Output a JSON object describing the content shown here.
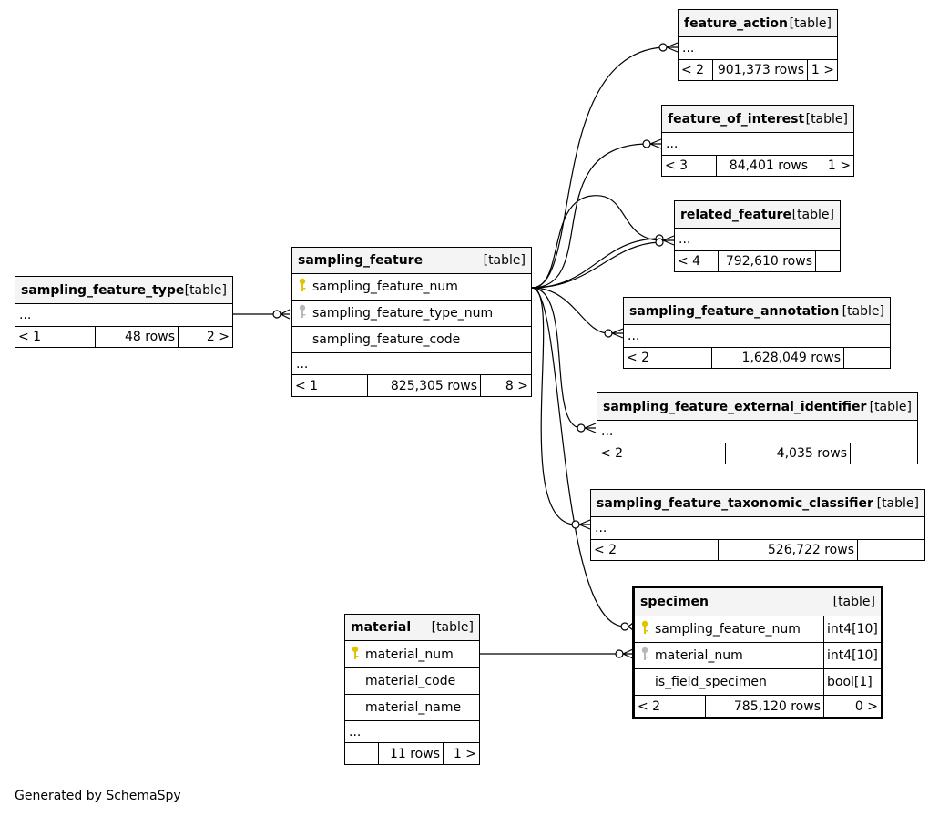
{
  "footer": "Generated by SchemaSpy",
  "tag": "[table]",
  "ellipsis": "...",
  "tables": {
    "feature_action": {
      "name": "feature_action",
      "parents": "< 2",
      "rows": "901,373 rows",
      "children": "1 >"
    },
    "feature_of_interest": {
      "name": "feature_of_interest",
      "parents": "< 3",
      "rows": "84,401 rows",
      "children": "1 >"
    },
    "related_feature": {
      "name": "related_feature",
      "parents": "< 4",
      "rows": "792,610 rows",
      "children": ""
    },
    "sampling_feature_annotation": {
      "name": "sampling_feature_annotation",
      "parents": "< 2",
      "rows": "1,628,049 rows",
      "children": ""
    },
    "sampling_feature_external_identifier": {
      "name": "sampling_feature_external_identifier",
      "parents": "< 2",
      "rows": "4,035 rows",
      "children": ""
    },
    "sampling_feature_taxonomic_classifier": {
      "name": "sampling_feature_taxonomic_classifier",
      "parents": "< 2",
      "rows": "526,722 rows",
      "children": ""
    },
    "sampling_feature_type": {
      "name": "sampling_feature_type",
      "parents": "< 1",
      "rows": "48 rows",
      "children": "2 >"
    },
    "sampling_feature": {
      "name": "sampling_feature",
      "columns": [
        "sampling_feature_num",
        "sampling_feature_type_num",
        "sampling_feature_code"
      ],
      "parents": "< 1",
      "rows": "825,305 rows",
      "children": "8 >"
    },
    "specimen": {
      "name": "specimen",
      "columns": [
        {
          "name": "sampling_feature_num",
          "type": "int4[10]"
        },
        {
          "name": "material_num",
          "type": "int4[10]"
        },
        {
          "name": "is_field_specimen",
          "type": "bool[1]"
        }
      ],
      "parents": "< 2",
      "rows": "785,120 rows",
      "children": "0 >"
    },
    "material": {
      "name": "material",
      "columns": [
        "material_num",
        "material_code",
        "material_name"
      ],
      "parents": "",
      "rows": "11 rows",
      "children": "1 >"
    }
  },
  "key_icon": {
    "primary": "key-icon",
    "foreign": "key-icon",
    "primary_color": "#e2c300",
    "foreign_color": "#b8b8b8"
  }
}
